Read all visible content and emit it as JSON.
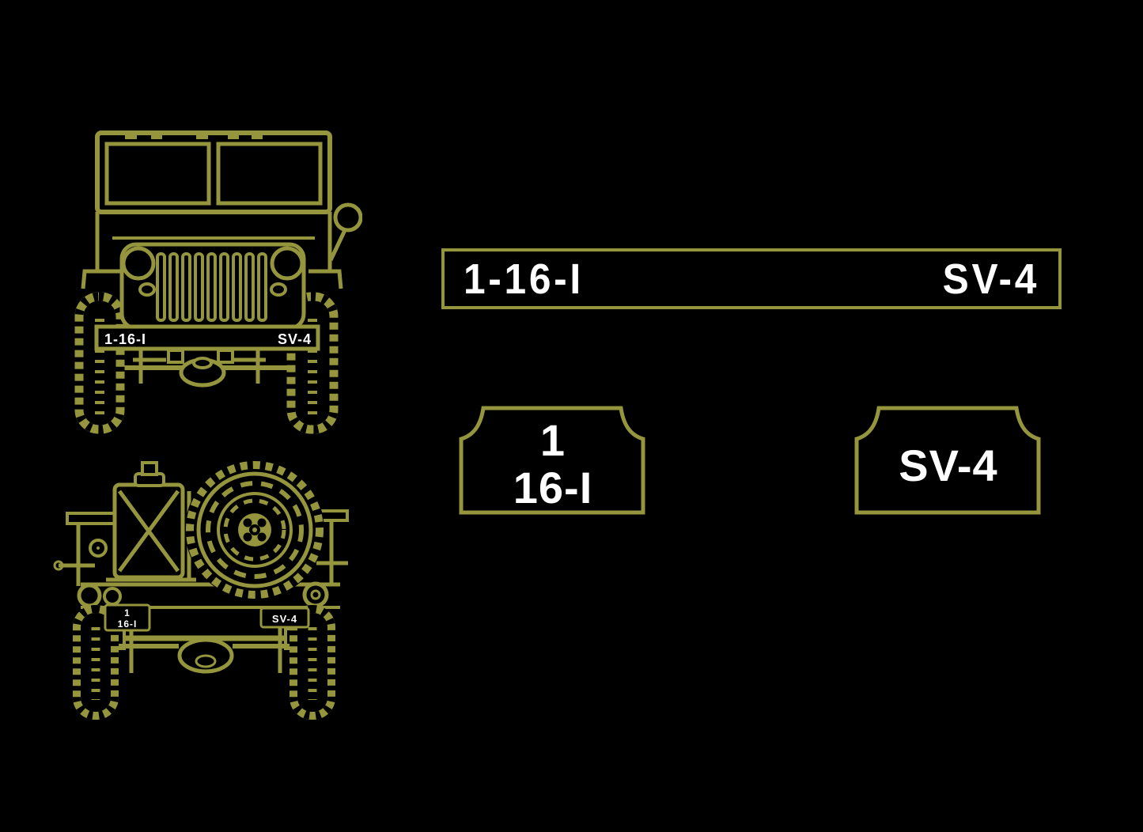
{
  "colors": {
    "background": "#000000",
    "olive": "#94953c",
    "stencil_white": "#ffffff"
  },
  "front_view": {
    "bumper_left_code": "1-16-I",
    "bumper_right_code": "SV-4"
  },
  "rear_view": {
    "left_plate_line1": "1",
    "left_plate_line2": "16-I",
    "right_plate_code": "SV-4"
  },
  "enlarged": {
    "bumper_strip": {
      "left_code": "1-16-I",
      "right_code": "SV-4"
    },
    "left_plate": {
      "line1": "1",
      "line2": "16-I"
    },
    "right_plate": {
      "code": "SV-4"
    }
  }
}
